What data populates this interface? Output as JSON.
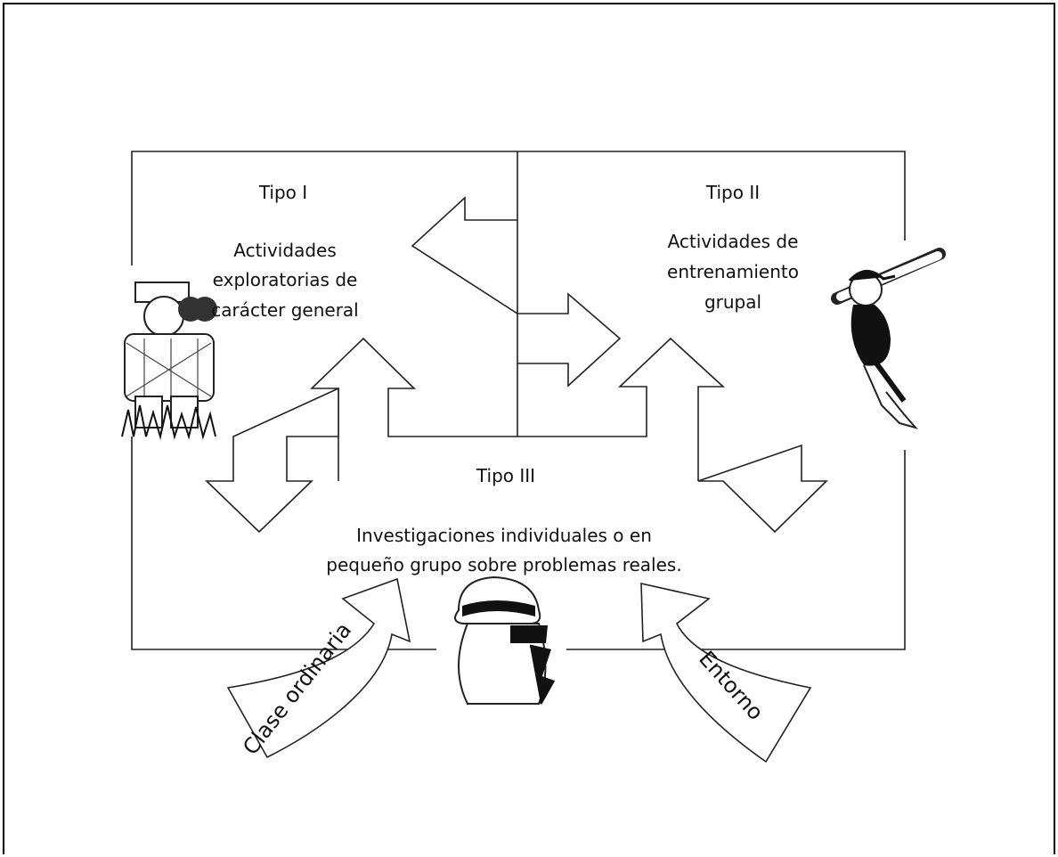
{
  "type_i": {
    "title": "Tipo I",
    "line1": "Actividades",
    "line2": "exploratorias de",
    "line3": "carácter general"
  },
  "type_ii": {
    "title": "Tipo II",
    "line1": "Actividades de",
    "line2": "entrenamiento",
    "line3": "grupal"
  },
  "type_iii": {
    "title": "Tipo III",
    "line1": "Investigaciones individuales o en",
    "line2": "pequeño grupo sobre problemas reales."
  },
  "inputs": {
    "left": "Clase ordinaria",
    "right": "Entorno"
  },
  "illustrations": {
    "left": "explorer-icon",
    "right": "baseball-player-icon",
    "bottom": "detective-icon"
  },
  "colors": {
    "stroke": "#222222",
    "background": "#ffffff"
  }
}
